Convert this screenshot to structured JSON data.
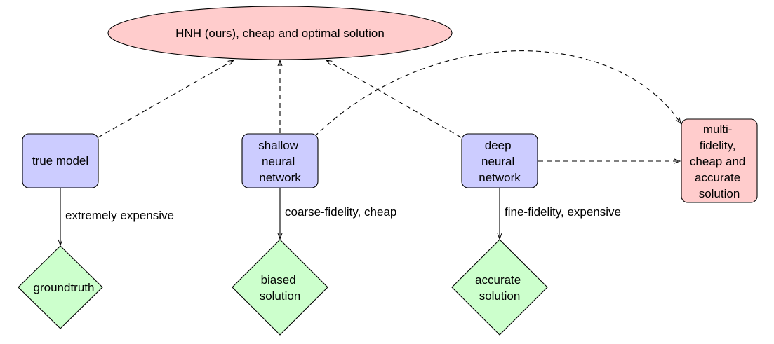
{
  "colors": {
    "model_fill": "#ccccff",
    "solution_fill": "#ccffcc",
    "target_fill": "#ffcccc",
    "stroke": "#000000"
  },
  "nodes": {
    "hnh": {
      "lines": [
        "HNH (ours), cheap and optimal solution"
      ]
    },
    "true_model": {
      "lines": [
        "true model"
      ]
    },
    "shallow_nn": {
      "lines": [
        "shallow",
        "neural",
        "network"
      ]
    },
    "deep_nn": {
      "lines": [
        "deep",
        "neural",
        "network"
      ]
    },
    "multi_fidelity": {
      "lines": [
        "multi-",
        "fidelity,",
        "cheap and",
        "accurate",
        "solution"
      ]
    },
    "groundtruth": {
      "lines": [
        "groundtruth"
      ]
    },
    "biased_solution": {
      "lines": [
        "biased",
        "solution"
      ]
    },
    "accurate_solution": {
      "lines": [
        "accurate",
        "solution"
      ]
    }
  },
  "edge_labels": {
    "true_to_groundtruth": "extremely expensive",
    "shallow_to_biased": "coarse-fidelity, cheap",
    "deep_to_accurate": "fine-fidelity, expensive"
  }
}
